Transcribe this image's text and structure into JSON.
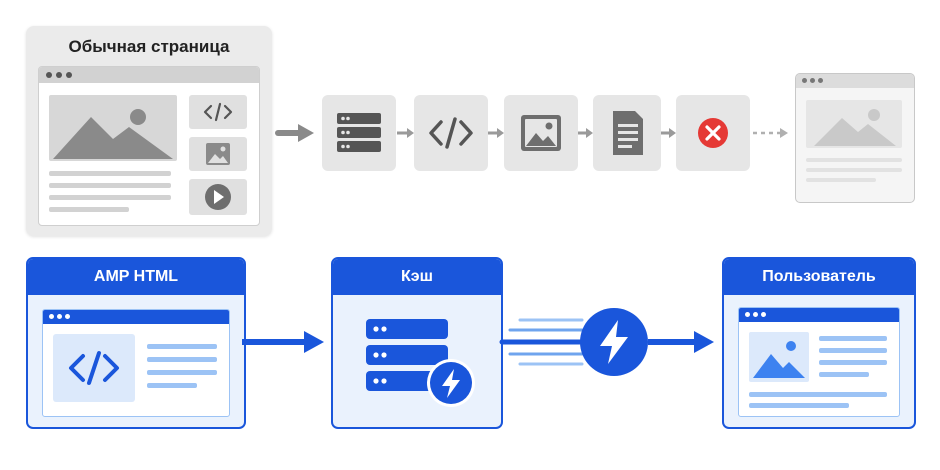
{
  "top_row": {
    "title": "Обычная страница",
    "colors": {
      "panel": "#ebebeb",
      "tile": "#e6e6e6",
      "icon": "#555555",
      "error": "#e53935"
    },
    "pipeline_icons": [
      "server-stack-icon",
      "code-icon",
      "image-icon",
      "document-icon",
      "error-x-icon"
    ],
    "result": "blank-page-icon"
  },
  "bottom_row": {
    "source_title": "AMP HTML",
    "cache_title": "Кэш",
    "user_title": "Пользователь",
    "colors": {
      "primary": "#1a56db",
      "light": "#dce9fb",
      "line": "#9cc3f5"
    },
    "cache_badge_icon": "bolt-icon",
    "fast_delivery_icon": "bolt-icon"
  }
}
